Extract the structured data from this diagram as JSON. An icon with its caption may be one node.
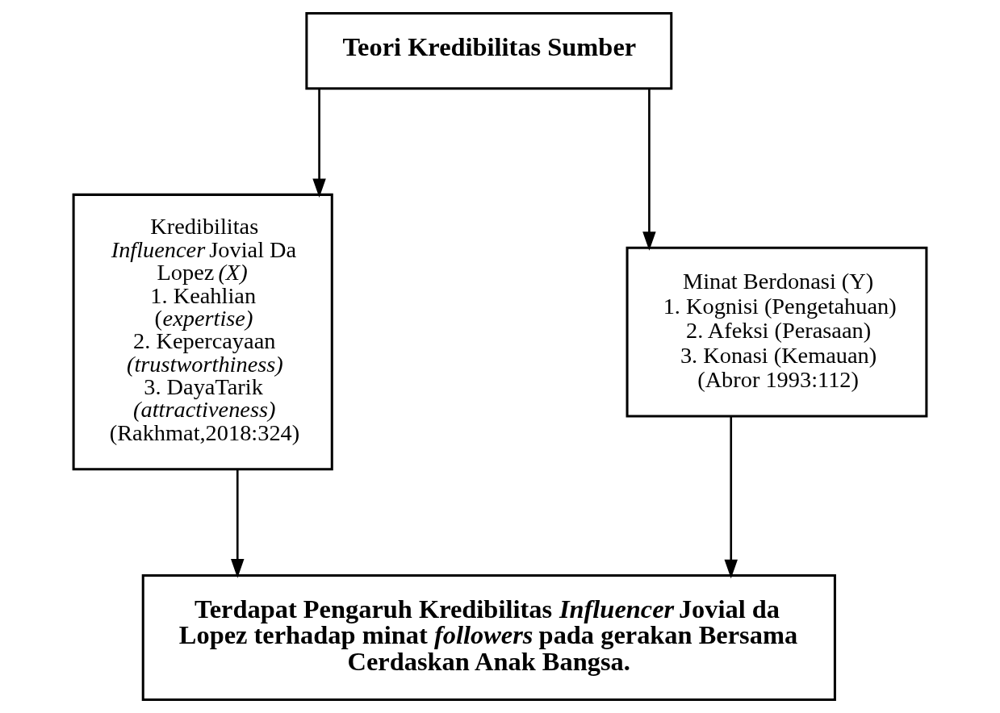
{
  "diagram": {
    "nodes": [
      {
        "text": [
          "Teori Kredibilitas Sumber"
        ]
      },
      {
        "text": [
          "Kredibilitas *Influencer* Jovial Da Lopez *(X)*",
          "1. Keahlian (*expertise)*",
          "2. Kepercayaan *(trustworthiness)*",
          "3. DayaTarik *(attractiveness)*",
          "(Rakhmat,2018:324)"
        ]
      },
      {
        "text": [
          "Minat Berdonasi (Y)",
          "1. Kognisi (Pengetahuan)",
          "2. Afeksi (Perasaan)",
          "3. Konasi (Kemauan)",
          "(Abror 1993:112)"
        ]
      },
      {
        "text": [
          "Terdapat Pengaruh Kredibilitas *Influencer* Jovial da Lopez terhadap minat *followers* pada gerakan Bersama Cerdaskan Anak Bangsa."
        ]
      }
    ],
    "edges": [
      {
        "from": 0,
        "to": 1,
        "arrow": "to"
      },
      {
        "from": 0,
        "to": 2,
        "arrow": "to"
      },
      {
        "from": 1,
        "to": 3,
        "arrow": "to"
      },
      {
        "from": 2,
        "to": 3,
        "arrow": "to"
      }
    ]
  }
}
